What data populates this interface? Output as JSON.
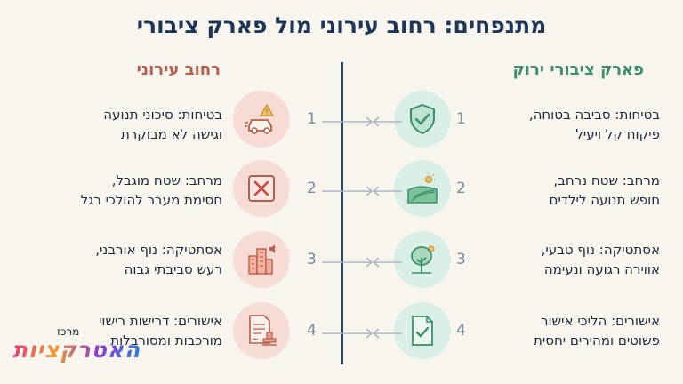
{
  "title": "מתנפחים: רחוב עירוני מול פארק ציבורי",
  "columns": {
    "park": {
      "title": "פארק ציבורי ירוק",
      "color": "#3d8f6b"
    },
    "street": {
      "title": "רחוב עירוני",
      "color": "#b65e4d"
    }
  },
  "rows": [
    {
      "number": "1",
      "park": {
        "line1": "בטיחות: סביבה בטוחה,",
        "line2": "פיקוח קל ויעיל",
        "icon": "shield-check-icon"
      },
      "street": {
        "line1": "בטיחות: סיכוני תנועה",
        "line2": "וגישה לא מבוקרת",
        "icon": "car-warning-icon"
      }
    },
    {
      "number": "2",
      "park": {
        "line1": "מרחב: שטח נרחב,",
        "line2": "חופש תנועה לילדים",
        "icon": "open-field-icon"
      },
      "street": {
        "line1": "מרחב: שטח מוגבל,",
        "line2": "חסימת מעבר להולכי רגל",
        "icon": "blocked-x-icon"
      }
    },
    {
      "number": "3",
      "park": {
        "line1": "אסתטיקה: נוף טבעי,",
        "line2": "אווירה רגועה ונעימה",
        "icon": "tree-icon"
      },
      "street": {
        "line1": "אסתטיקה: נוף אורבני,",
        "line2": "רעש סביבתי גבוה",
        "icon": "city-noise-icon"
      }
    },
    {
      "number": "4",
      "park": {
        "line1": "אישורים: הליכי אישור",
        "line2": "פשוטים ומהירים יחסית",
        "icon": "document-check-icon"
      },
      "street": {
        "line1": "אישורים: דרישות רישוי",
        "line2": "מורכבות ומסורבלות",
        "icon": "document-stamp-icon"
      }
    }
  ],
  "logo": {
    "small": "מרכז",
    "big": "האטרקציות"
  }
}
